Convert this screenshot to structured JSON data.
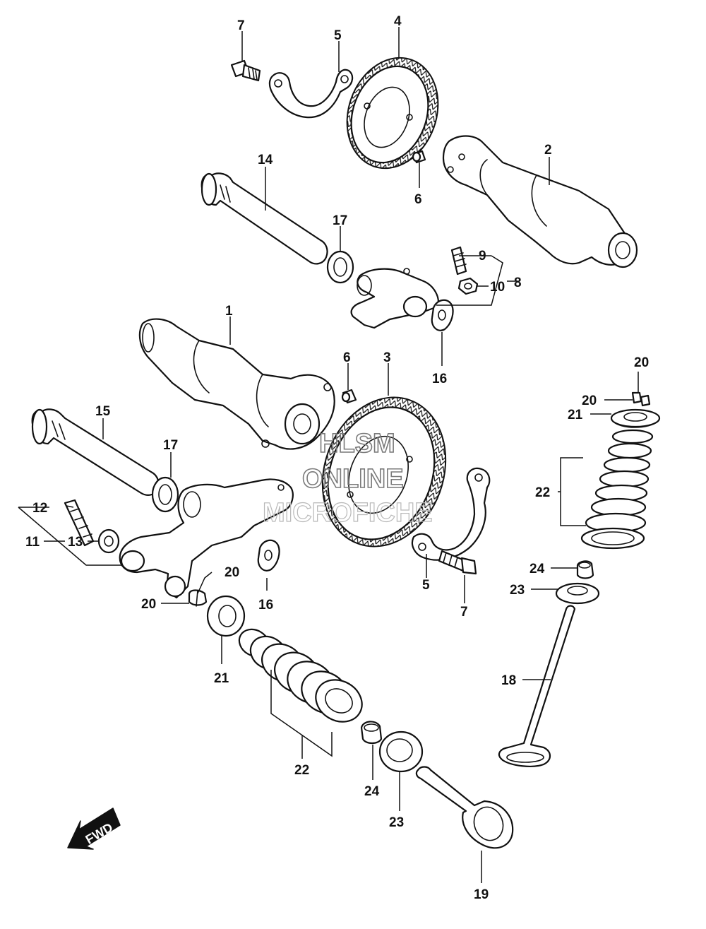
{
  "watermark": {
    "line1": "HLSM",
    "line2": "ONLINE",
    "line3": "MICROFICHE"
  },
  "fwd_label": "FWD",
  "callouts": {
    "c1": "1",
    "c2": "2",
    "c3": "3",
    "c4": "4",
    "c5a": "5",
    "c5b": "5",
    "c6a": "6",
    "c6b": "6",
    "c7a": "7",
    "c7b": "7",
    "c8": "8",
    "c9": "9",
    "c10": "10",
    "c11": "11",
    "c12": "12",
    "c13": "13",
    "c14": "14",
    "c15": "15",
    "c16a": "16",
    "c16b": "16",
    "c17a": "17",
    "c17b": "17",
    "c18": "18",
    "c19": "19",
    "c20a": "20",
    "c20b": "20",
    "c20c": "20",
    "c20d": "20",
    "c21a": "21",
    "c21b": "21",
    "c22a": "22",
    "c22b": "22",
    "c23a": "23",
    "c23b": "23",
    "c24a": "24",
    "c24b": "24"
  }
}
